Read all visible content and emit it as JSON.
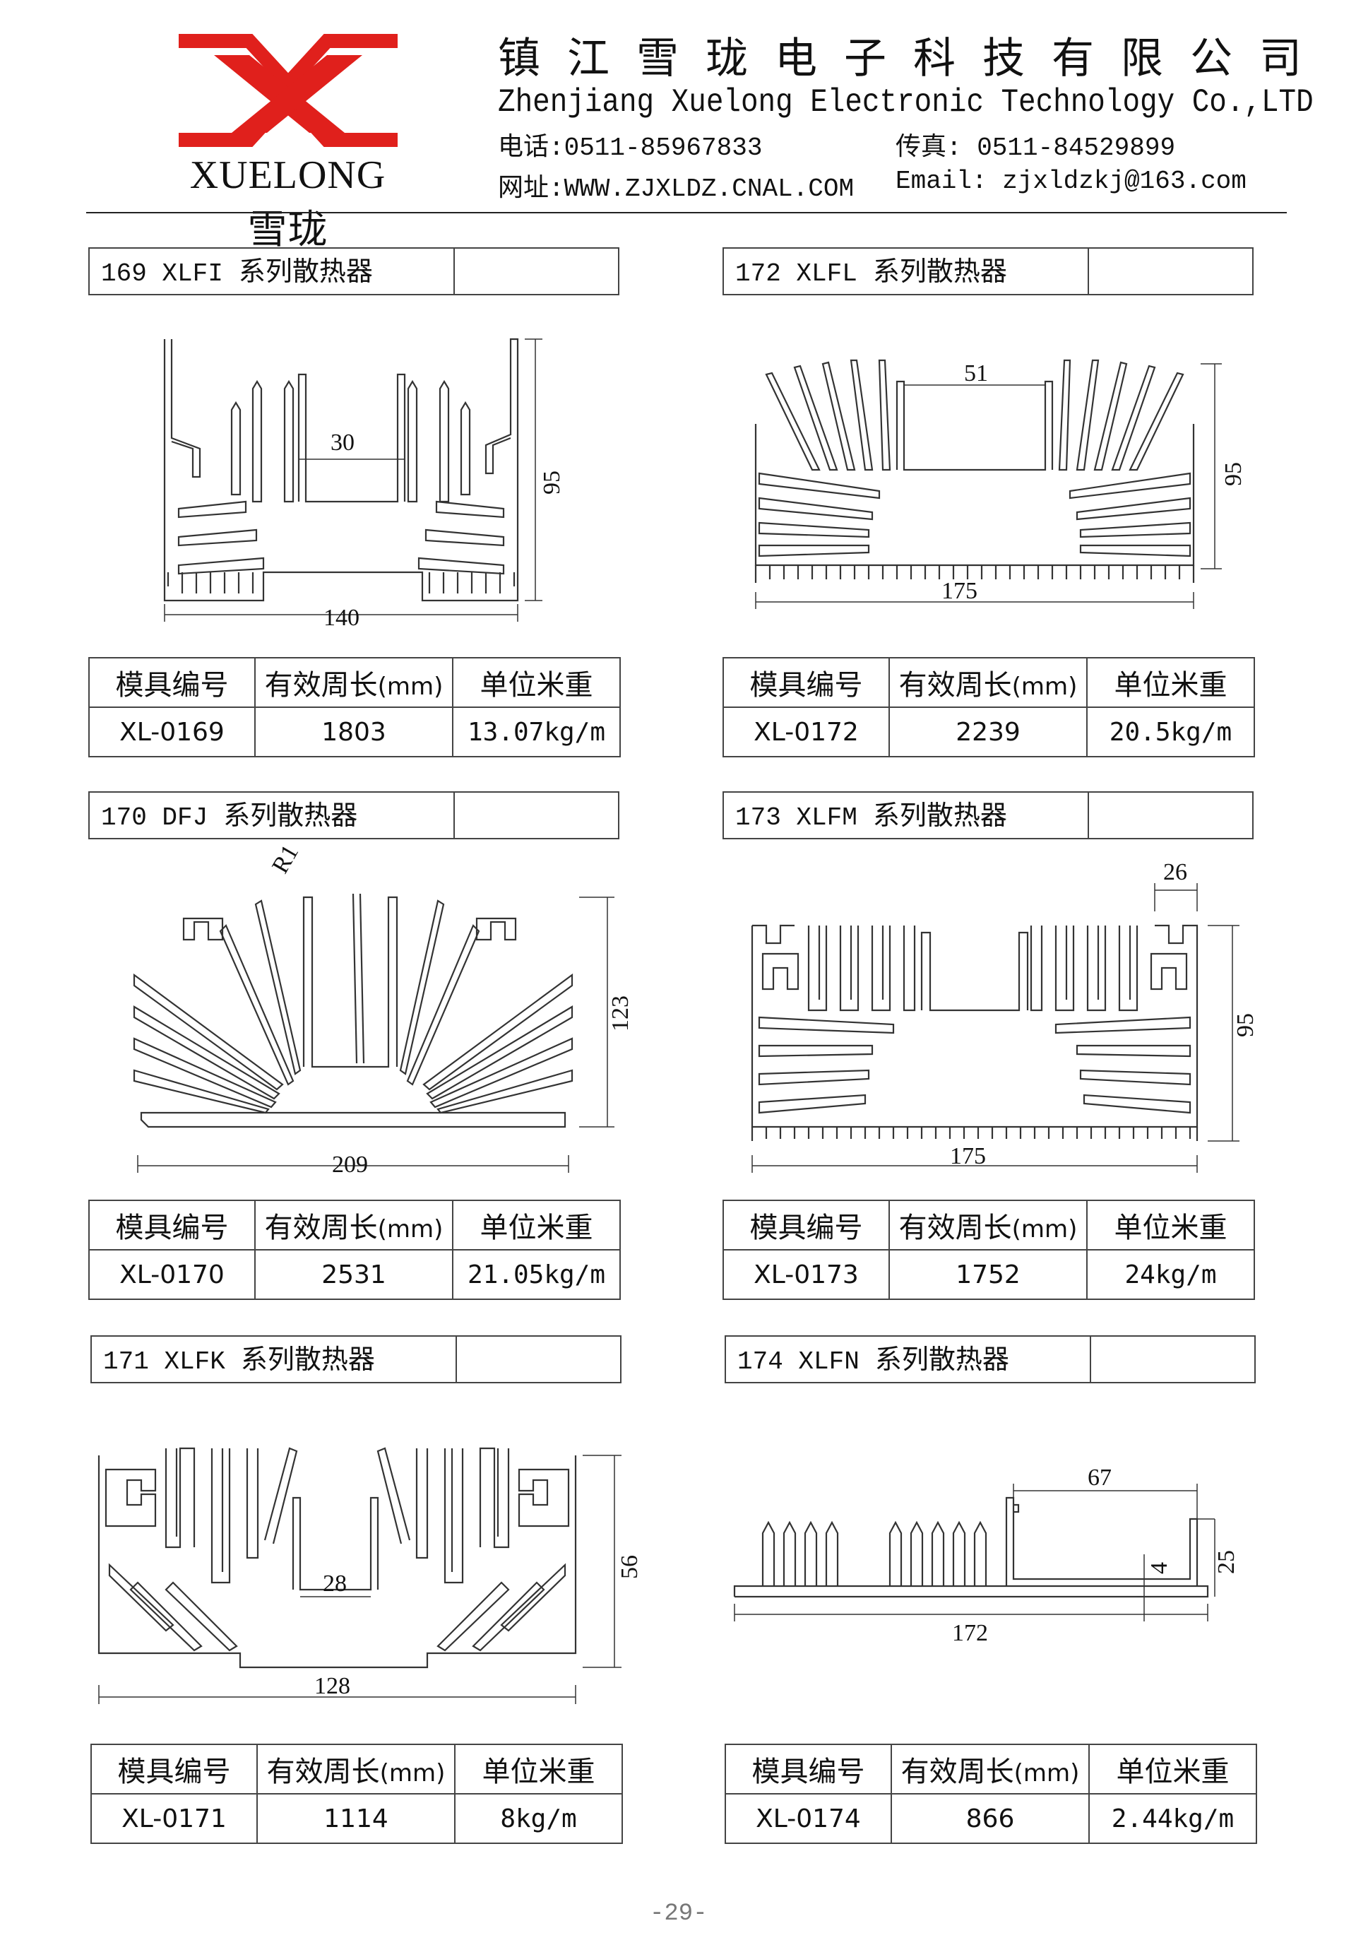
{
  "header": {
    "brand": "XUELONG 雪珑",
    "company_cn": "镇江雪珑电子科技有限公司",
    "company_en": "Zhenjiang Xuelong Electronic Technology Co.,LTD",
    "phone": "电话:0511-85967833",
    "fax": "传真:  0511-84529899",
    "website": "网址:WWW.ZJXLDZ.CNAL.COM",
    "email": "Email: zjxldzkj@163.com",
    "logo_color": "#e0201c"
  },
  "table_headers": {
    "mold_no": "模具编号",
    "perimeter": "有效周长",
    "perimeter_unit": "(mm)",
    "unit_weight": "单位米重"
  },
  "products": [
    {
      "code": "169 XLFI",
      "title": "系列散热器",
      "mold": "XL-0169",
      "perimeter": "1803",
      "weight": "13.07kg/m",
      "dims": {
        "top": "30",
        "height": "95",
        "width": "140"
      }
    },
    {
      "code": "172 XLFL",
      "title": "系列散热器",
      "mold": "XL-0172",
      "perimeter": "2239",
      "weight": "20.5kg/m",
      "dims": {
        "top": "51",
        "height": "95",
        "width": "175"
      }
    },
    {
      "code": "170 DFJ",
      "title": "系列散热器",
      "mold": "XL-0170",
      "perimeter": "2531",
      "weight": "21.05kg/m",
      "dims": {
        "radius": "R1",
        "height": "123",
        "width": "209"
      }
    },
    {
      "code": "173 XLFM",
      "title": "系列散热器",
      "mold": "XL-0173",
      "perimeter": "1752",
      "weight": "24kg/m",
      "dims": {
        "top": "26",
        "height": "95",
        "width": "175"
      }
    },
    {
      "code": "171 XLFK",
      "title": "系列散热器",
      "mold": "XL-0171",
      "perimeter": "1114",
      "weight": "8kg/m",
      "dims": {
        "top": "28",
        "height": "56",
        "width": "128"
      }
    },
    {
      "code": "174 XLFN",
      "title": "系列散热器",
      "mold": "XL-0174",
      "perimeter": "866",
      "weight": "2.44kg/m",
      "dims": {
        "top": "67",
        "base": "4",
        "height": "25",
        "width": "172"
      }
    }
  ],
  "page_number": "-29-"
}
